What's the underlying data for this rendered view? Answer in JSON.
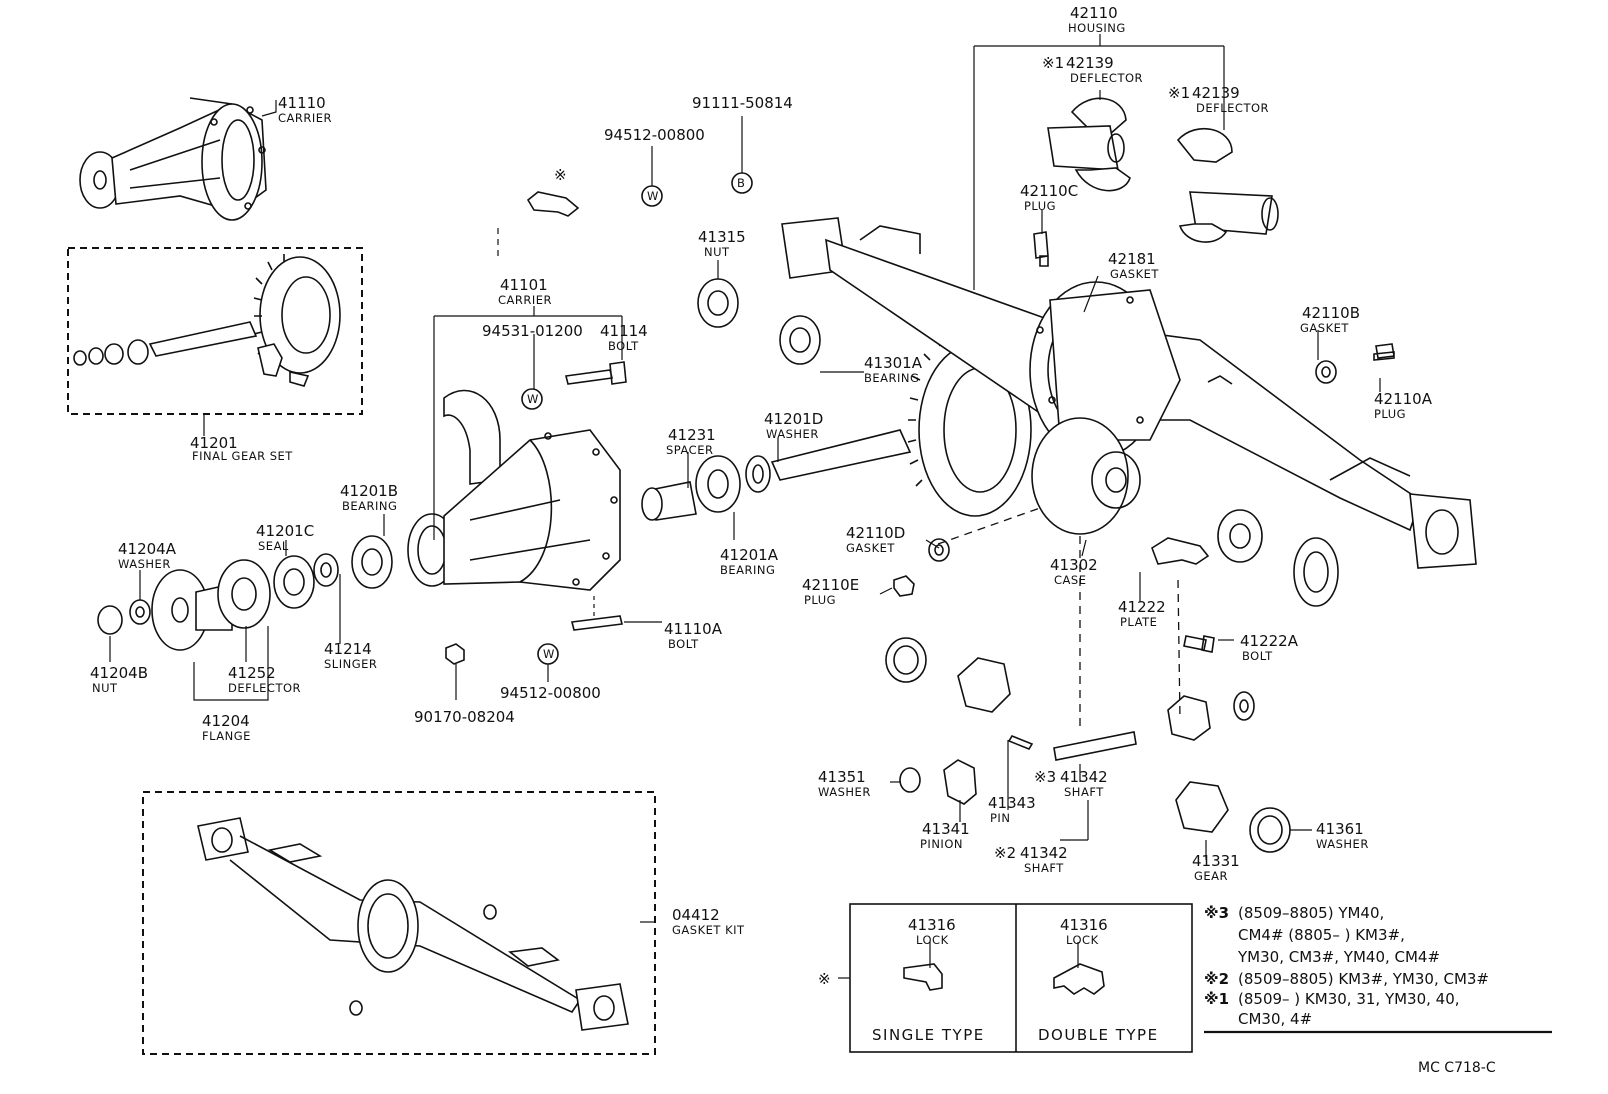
{
  "parts": [
    {
      "num": "41110",
      "name": "CARRIER"
    },
    {
      "num": "41201",
      "name": "FINAL GEAR SET"
    },
    {
      "num": "94512-00800",
      "name": ""
    },
    {
      "num": "91111-50814",
      "name": ""
    },
    {
      "num": "41101",
      "name": "CARRIER"
    },
    {
      "num": "94531-01200",
      "name": ""
    },
    {
      "num": "41114",
      "name": "BOLT"
    },
    {
      "num": "41315",
      "name": "NUT"
    },
    {
      "num": "41301A",
      "name": "BEARING"
    },
    {
      "num": "41231",
      "name": "SPACER"
    },
    {
      "num": "41201D",
      "name": "WASHER"
    },
    {
      "num": "41201A",
      "name": "BEARING"
    },
    {
      "num": "41201B",
      "name": "BEARING"
    },
    {
      "num": "41201C",
      "name": "SEAL"
    },
    {
      "num": "41204A",
      "name": "WASHER"
    },
    {
      "num": "41204B",
      "name": "NUT"
    },
    {
      "num": "41252",
      "name": "DEFLECTOR"
    },
    {
      "num": "41214",
      "name": "SLINGER"
    },
    {
      "num": "41204",
      "name": "FLANGE"
    },
    {
      "num": "41110A",
      "name": "BOLT"
    },
    {
      "num": "94512-00800",
      "name": ""
    },
    {
      "num": "90170-08204",
      "name": ""
    },
    {
      "num": "42110",
      "name": "HOUSING"
    },
    {
      "num": "42139",
      "name": "DEFLECTOR"
    },
    {
      "num": "42139",
      "name": "DEFLECTOR"
    },
    {
      "num": "42110C",
      "name": "PLUG"
    },
    {
      "num": "42181",
      "name": "GASKET"
    },
    {
      "num": "42110B",
      "name": "GASKET"
    },
    {
      "num": "42110A",
      "name": "PLUG"
    },
    {
      "num": "42110D",
      "name": "GASKET"
    },
    {
      "num": "42110E",
      "name": "PLUG"
    },
    {
      "num": "41302",
      "name": "CASE"
    },
    {
      "num": "41222",
      "name": "PLATE"
    },
    {
      "num": "41222A",
      "name": "BOLT"
    },
    {
      "num": "41351",
      "name": "WASHER"
    },
    {
      "num": "41341",
      "name": "PINION"
    },
    {
      "num": "41343",
      "name": "PIN"
    },
    {
      "num": "41342",
      "name": "SHAFT"
    },
    {
      "num": "41342",
      "name": "SHAFT"
    },
    {
      "num": "41331",
      "name": "GEAR"
    },
    {
      "num": "41361",
      "name": "WASHER"
    },
    {
      "num": "04412",
      "name": "GASKET KIT"
    }
  ],
  "marks": {
    "ref": "※",
    "ref1": "※1",
    "ref2": "※2",
    "ref3": "※3",
    "circle_w": "W",
    "circle_b": "B"
  },
  "lock_box": {
    "left": {
      "num": "41316",
      "name": "LOCK",
      "type": "SINGLE TYPE"
    },
    "right": {
      "num": "41316",
      "name": "LOCK",
      "type": "DOUBLE TYPE"
    }
  },
  "notes": [
    {
      "mark": "※3",
      "lines": [
        "(8509–8805) YM40,",
        "CM4# (8805–        ) KM3#,",
        "YM30, CM3#, YM40, CM4#"
      ]
    },
    {
      "mark": "※2",
      "lines": [
        "(8509–8805) KM3#, YM30, CM3#"
      ]
    },
    {
      "mark": "※1",
      "lines": [
        "(8509–          ) KM30, 31, YM30, 40,",
        "CM30, 4#"
      ]
    }
  ],
  "code": "MC  C718-C"
}
